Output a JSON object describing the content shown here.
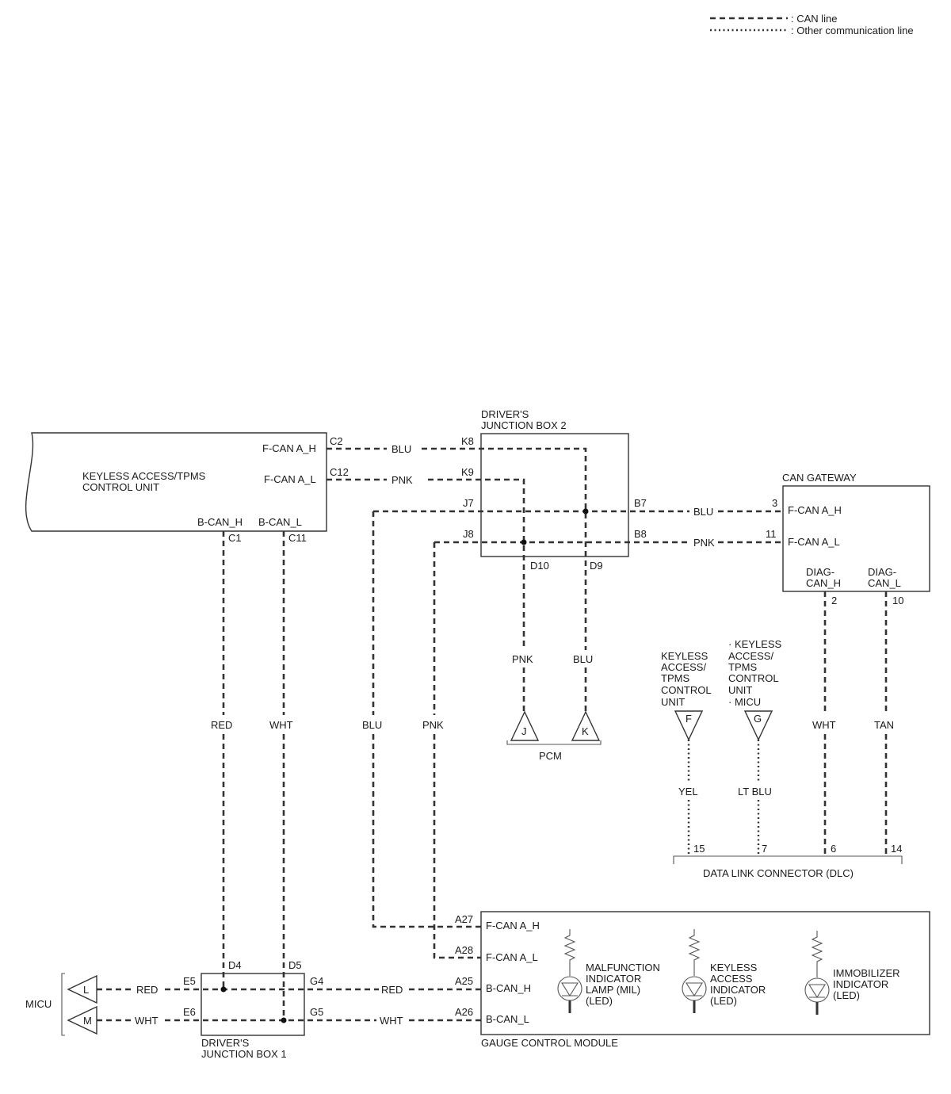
{
  "legend": {
    "can_line": ": CAN line",
    "other_line": ": Other communication line"
  },
  "components": {
    "keyless_unit": {
      "name_line1": "KEYLESS ACCESS/TPMS",
      "name_line2": "CONTROL UNIT",
      "pin_fcan_h": "F-CAN A_H",
      "pin_fcan_l": "F-CAN A_L",
      "pin_bcan_h": "B-CAN_H",
      "pin_bcan_l": "B-CAN_L",
      "term_c2": "C2",
      "term_c12": "C12",
      "term_c1": "C1",
      "term_c11": "C11"
    },
    "jb2": {
      "name_line1": "DRIVER'S",
      "name_line2": "JUNCTION BOX 2",
      "term_k8": "K8",
      "term_k9": "K9",
      "term_j7": "J7",
      "term_j8": "J8",
      "term_b7": "B7",
      "term_b8": "B8",
      "term_d10": "D10",
      "term_d9": "D9"
    },
    "gateway": {
      "name": "CAN GATEWAY",
      "pin_fcan_h": "F-CAN A_H",
      "pin_fcan_l": "F-CAN A_L",
      "diag_h_1": "DIAG-",
      "diag_h_2": "CAN_H",
      "diag_l_1": "DIAG-",
      "diag_l_2": "CAN_L",
      "term_3": "3",
      "term_11": "11",
      "term_2": "2",
      "term_10": "10"
    },
    "pcm": {
      "name": "PCM",
      "conn_j": "J",
      "conn_k": "K"
    },
    "conn_f": {
      "letter": "F",
      "line1": "KEYLESS",
      "line2": "ACCESS/",
      "line3": "TPMS",
      "line4": "CONTROL",
      "line5": "UNIT"
    },
    "conn_g": {
      "letter": "G",
      "line1": "· KEYLESS",
      "line2": "ACCESS/",
      "line3": "TPMS",
      "line4": "CONTROL",
      "line5": "UNIT",
      "line6": "· MICU"
    },
    "dlc": {
      "name": "DATA LINK CONNECTOR (DLC)",
      "term_15": "15",
      "term_7": "7",
      "term_6": "6",
      "term_14": "14"
    },
    "gauge": {
      "name": "GAUGE CONTROL MODULE",
      "pin_fcan_h": "F-CAN A_H",
      "pin_fcan_l": "F-CAN A_L",
      "pin_bcan_h": "B-CAN_H",
      "pin_bcan_l": "B-CAN_L",
      "term_a27": "A27",
      "term_a28": "A28",
      "term_a25": "A25",
      "term_a26": "A26",
      "mil_1": "MALFUNCTION",
      "mil_2": "INDICATOR",
      "mil_3": "LAMP (MIL)",
      "mil_4": "(LED)",
      "kai_1": "KEYLESS",
      "kai_2": "ACCESS",
      "kai_3": "INDICATOR",
      "kai_4": "(LED)",
      "imm_1": "IMMOBILIZER",
      "imm_2": "INDICATOR",
      "imm_3": "(LED)"
    },
    "jb1": {
      "name_line1": "DRIVER'S",
      "name_line2": "JUNCTION BOX 1",
      "term_d4": "D4",
      "term_d5": "D5",
      "term_e5": "E5",
      "term_e6": "E6",
      "term_g4": "G4",
      "term_g5": "G5"
    },
    "micu": {
      "name": "MICU",
      "conn_l": "L",
      "conn_m": "M"
    }
  },
  "wire_colors": {
    "blu": "BLU",
    "pnk": "PNK",
    "red": "RED",
    "wht": "WHT",
    "tan": "TAN",
    "yel": "YEL",
    "ltblu": "LT BLU"
  }
}
